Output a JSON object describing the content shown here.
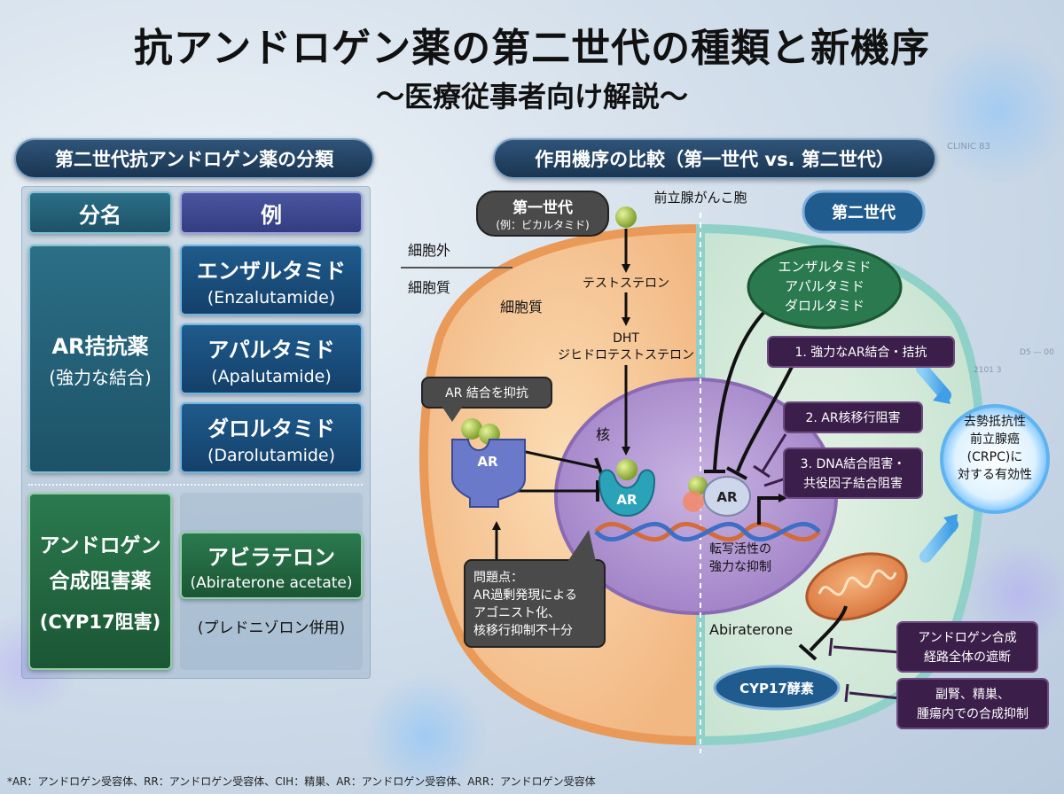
{
  "title": "抗アンドロゲン薬の第二世代の種類と新機序",
  "subtitle": "〜医療従事者向け解説〜",
  "classification": {
    "heading": "第二世代抗アンドロゲン薬の分類",
    "col_class": "分名",
    "col_example": "例",
    "ar_group": {
      "line1": "AR拮抗薬",
      "line2": "(強力な結合)"
    },
    "ar_drugs": [
      {
        "jp": "エンザルタミド",
        "en": "(Enzalutamide)"
      },
      {
        "jp": "アパルタミド",
        "en": "(Apalutamide)"
      },
      {
        "jp": "ダロルタミド",
        "en": "(Darolutamide)"
      }
    ],
    "synth_group": {
      "line1": "アンドロゲン",
      "line2": "合成阻害薬",
      "line3": "(CYP17阻害)"
    },
    "synth_drug": {
      "jp": "アビラテロン",
      "en": "(Abiraterone acetate)"
    },
    "synth_note": "(プレドニゾロン併用)"
  },
  "mechanism": {
    "heading": "作用機序の比較（第一世代 vs. 第二世代）",
    "first_gen": {
      "line1": "第一世代",
      "line2": "(例：ビカルタミド)"
    },
    "cell_label": "前立腺がんこ胞",
    "second_gen": "第二世代",
    "extracellular": "細胞外",
    "cytoplasm_outer": "細胞質",
    "cytoplasm_inner": "細胞質",
    "testosterone": "テストステロン",
    "dht_line1": "DHT",
    "dht_line2": "ジヒドロテストステロン",
    "nucleus": "核",
    "ar_block_callout": "AR 結合を抑抗",
    "ar": "AR",
    "problem": [
      "問題点：",
      "AR過剰発現による",
      "アゴニスト化、",
      "核移行抑制不十分"
    ],
    "second_gen_drugs": [
      "エンザルタミド",
      "アパルタミド",
      "ダロルタミド"
    ],
    "mech1": "1. 強力なAR結合・拮抗",
    "mech2": "2. AR核移行阻害",
    "mech3_line1": "3. DNA結合阻害・",
    "mech3_line2": "共役因子結合阻害",
    "transcription": [
      "転写活性の",
      "強力な抑制"
    ],
    "crpc": [
      "去勢抵抗性",
      "前立腺癌",
      "(CRPC)に",
      "対する有効性"
    ],
    "abiraterone": "Abiraterone",
    "cyp17": "CYP17酵素",
    "block_pathway": [
      "アンドロゲン合成",
      "経路全体の遮断"
    ],
    "block_sites": [
      "副腎、精巣、",
      "腫瘍内での合成抑制"
    ],
    "watermark1": "CLINIC 83",
    "watermark2": "2101 3",
    "watermark3": "D5 — 00"
  },
  "footnote": "*AR：アンドロゲン受容体、RR：アンドロゲン受容体、CIH：精巣、AR：アンドロゲン受容体、ARR：アンドロゲン受容体",
  "colors": {
    "cytoplasm": "#f6c995",
    "cell_green": "#cfe6d3",
    "nucleus": "#b69ad3",
    "receptor": "#2aa3b8",
    "ligand": "#b6cf5a",
    "purple_box": "#3b1f4a"
  }
}
